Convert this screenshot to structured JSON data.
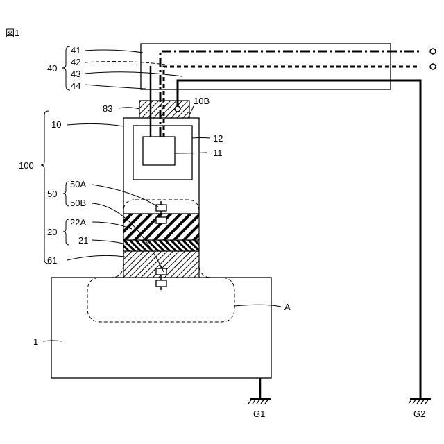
{
  "figure_label": "図1",
  "labels": {
    "l41": "41",
    "l42": "42",
    "l43": "43",
    "l44": "44",
    "l40": "40",
    "l83": "83",
    "l10B": "10B",
    "l10": "10",
    "l12": "12",
    "l11": "11",
    "l100": "100",
    "l50A": "50A",
    "l50B": "50B",
    "l50": "50",
    "l22A": "22A",
    "l21": "21",
    "l20": "20",
    "l61": "61",
    "lA": "A",
    "l1": "1",
    "lG1": "G1",
    "lG2": "G2"
  }
}
